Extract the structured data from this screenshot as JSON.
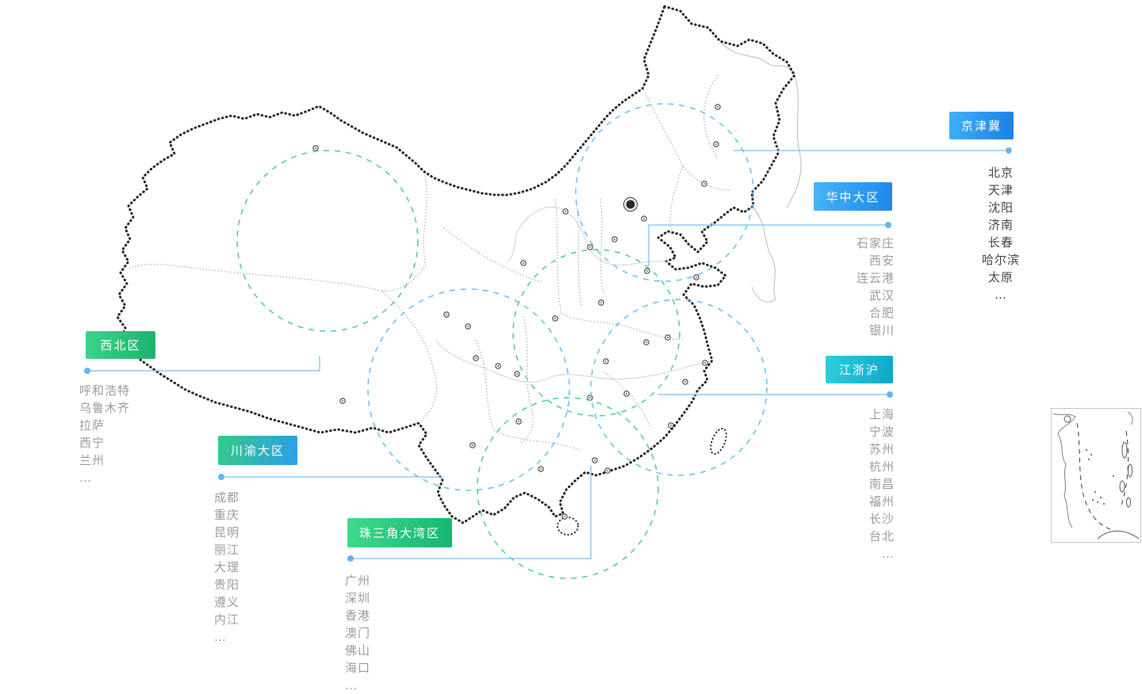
{
  "map": {
    "country": "中国",
    "inset": "南海诸岛"
  },
  "colors": {
    "connector_line": "#8ec8f4",
    "connector_dot": "#65b5f1",
    "map_outline": "#1f1f1f",
    "province_border": "#9a9a9a",
    "circle_blue": "#58bbf3",
    "circle_green": "#3ecb84",
    "city_list_gray": "#9a9aa0",
    "city_list_dark": "#3f3f46"
  },
  "regions": [
    {
      "id": "jingjinji",
      "label": "京津冀",
      "badge_style": "background:linear-gradient(100deg,#3eb1f7,#1a7fe8)",
      "accent": "#2196f3",
      "circle_color": "#58bbf3",
      "cities": [
        "北京",
        "天津",
        "沈阳",
        "济南",
        "长春",
        "哈尔滨",
        "太原",
        "…"
      ]
    },
    {
      "id": "huazhong",
      "label": "华中大区",
      "badge_style": "background:linear-gradient(100deg,#47b4f8,#1e88ea)",
      "accent": "#2196f3",
      "circle_color": "#3ecb84",
      "cities": [
        "石家庄",
        "西安",
        "连云港",
        "武汉",
        "合肥",
        "银川"
      ]
    },
    {
      "id": "xibei",
      "label": "西北区",
      "badge_style": "background:linear-gradient(100deg,#3bd48a,#1cb26e)",
      "accent": "#2dc27d",
      "circle_color": "#3ecb84",
      "cities": [
        "呼和浩特",
        "乌鲁木齐",
        "拉萨",
        "西宁",
        "兰州",
        "…"
      ]
    },
    {
      "id": "jiangzhehu",
      "label": "江浙沪",
      "badge_style": "background:linear-gradient(100deg,#2fcfdd,#10a6c8)",
      "accent": "#18bcd2",
      "circle_color": "#58bbf3",
      "cities": [
        "上海",
        "宁波",
        "苏州",
        "杭州",
        "南昌",
        "福州",
        "长沙",
        "台北",
        "…"
      ]
    },
    {
      "id": "chuanyu",
      "label": "川渝大区",
      "badge_style": "background:linear-gradient(100deg,#35cb89,#2d9ceb)",
      "accent": "#2bb4b0",
      "circle_color": "#58bbf3",
      "cities": [
        "成都",
        "重庆",
        "昆明",
        "丽江",
        "大理",
        "贵阳",
        "遵义",
        "内江",
        "…"
      ]
    },
    {
      "id": "zhusanjiao",
      "label": "珠三角大湾区",
      "badge_style": "background:linear-gradient(100deg,#41d98d,#14b671)",
      "accent": "#2ecc71",
      "circle_color": "#3ecb84",
      "cities": [
        "广州",
        "深圳",
        "香港",
        "澳门",
        "佛山",
        "海口",
        "…"
      ]
    }
  ]
}
